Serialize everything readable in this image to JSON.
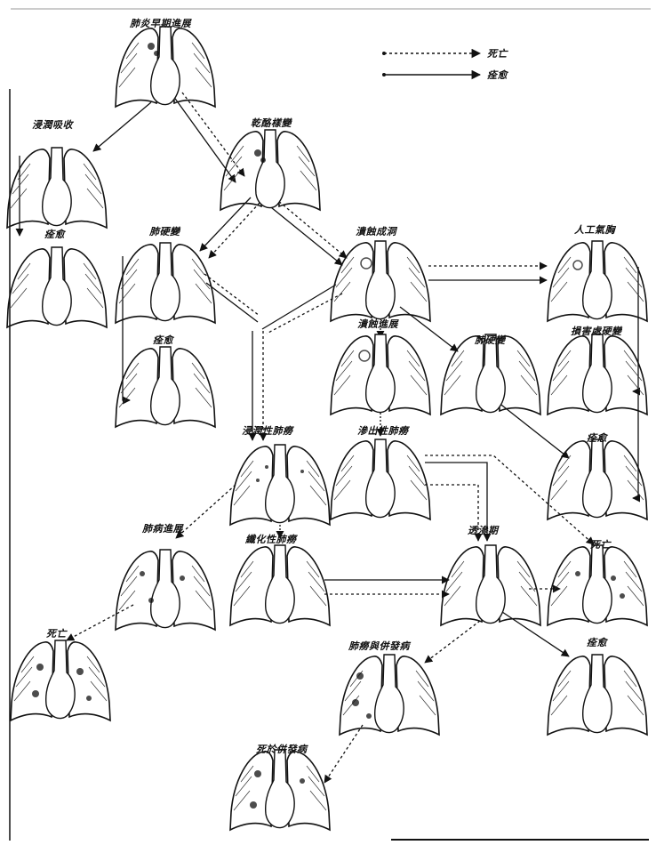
{
  "legend": {
    "dotted_label": "死亡",
    "solid_label": "痊愈"
  },
  "nodes": [
    {
      "id": "n1",
      "label": "肺炎早期進展"
    },
    {
      "id": "n2",
      "label": "浸潤吸收"
    },
    {
      "id": "n3",
      "label": "痊愈"
    },
    {
      "id": "n4",
      "label": "乾酪樣變"
    },
    {
      "id": "n5",
      "label": "肺硬變"
    },
    {
      "id": "n6",
      "label": "痊愈"
    },
    {
      "id": "n7",
      "label": "潰蝕成洞"
    },
    {
      "id": "n8",
      "label": "潰蝕進展"
    },
    {
      "id": "n9",
      "label": "浸潤性肺癆"
    },
    {
      "id": "n10",
      "label": "滲出性肺癆"
    },
    {
      "id": "n11",
      "label": "肺硬變"
    },
    {
      "id": "n12",
      "label": "人工氣胸"
    },
    {
      "id": "n13",
      "label": "損害處硬變"
    },
    {
      "id": "n14",
      "label": "痊愈"
    },
    {
      "id": "n15",
      "label": "肺病進展"
    },
    {
      "id": "n16",
      "label": "纖化性肺癆"
    },
    {
      "id": "n17",
      "label": "透滲期"
    },
    {
      "id": "n18",
      "label": "死亡"
    },
    {
      "id": "n19",
      "label": "死亡"
    },
    {
      "id": "n20",
      "label": "肺癆與併發病"
    },
    {
      "id": "n21",
      "label": "痊愈"
    },
    {
      "id": "n22",
      "label": "死於併發病"
    }
  ]
}
